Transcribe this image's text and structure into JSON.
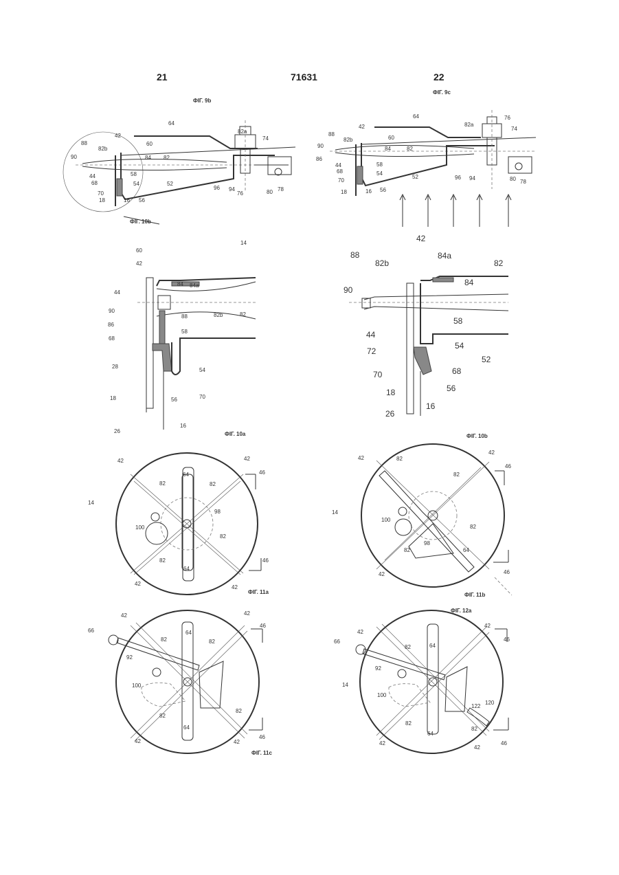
{
  "header": {
    "left_page": "21",
    "doc_number": "71631",
    "right_page": "22"
  },
  "captions": {
    "fig9b": "ФІГ. 9b",
    "fig9c": "ФІГ. 9c",
    "fig10b_ref": "ФІГ. 10b",
    "fig10a": "ФІГ. 10a",
    "fig10b": "ФІГ. 10b",
    "fig11a": "ФІГ. 11a",
    "fig11b": "ФІГ. 11b",
    "fig12a": "ФІГ. 12a",
    "fig11c": "ФІГ. 11c"
  },
  "labels": {
    "fig9b": [
      "64",
      "82a",
      "42",
      "88",
      "82b",
      "74",
      "60",
      "90",
      "84",
      "82",
      "58",
      "44",
      "68",
      "54",
      "70",
      "18",
      "16",
      "56",
      "52",
      "96",
      "94",
      "76",
      "80",
      "78"
    ],
    "fig9c": [
      "64",
      "82a",
      "76",
      "42",
      "88",
      "74",
      "82b",
      "60",
      "90",
      "84",
      "82",
      "86",
      "44",
      "58",
      "68",
      "54",
      "70",
      "18",
      "16",
      "56",
      "52",
      "96",
      "94",
      "80",
      "78"
    ],
    "fig10a": [
      "14",
      "60",
      "42",
      "84",
      "84a",
      "44",
      "90",
      "86",
      "88",
      "82",
      "82b",
      "58",
      "68",
      "28",
      "54",
      "70",
      "56",
      "18",
      "26",
      "16"
    ],
    "fig10b": [
      "42",
      "88",
      "82b",
      "84a",
      "82",
      "90",
      "84",
      "58",
      "44",
      "72",
      "54",
      "52",
      "70",
      "68",
      "18",
      "56",
      "26",
      "16"
    ],
    "fig11a": [
      "64",
      "42",
      "42",
      "46",
      "82",
      "82",
      "14",
      "98",
      "100",
      "82",
      "82",
      "64",
      "42",
      "46",
      "42"
    ],
    "fig11b": [
      "82",
      "42",
      "46",
      "82",
      "42",
      "14",
      "100",
      "82",
      "98",
      "82",
      "64",
      "42",
      "46"
    ],
    "fig11c": [
      "42",
      "46",
      "42",
      "66",
      "82",
      "82",
      "92",
      "64",
      "100",
      "82",
      "64",
      "82",
      "42",
      "42",
      "46"
    ],
    "fig12a": [
      "42",
      "46",
      "42",
      "82",
      "64",
      "66",
      "92",
      "14",
      "100",
      "122",
      "120",
      "82",
      "82",
      "64",
      "42",
      "42",
      "46"
    ]
  }
}
